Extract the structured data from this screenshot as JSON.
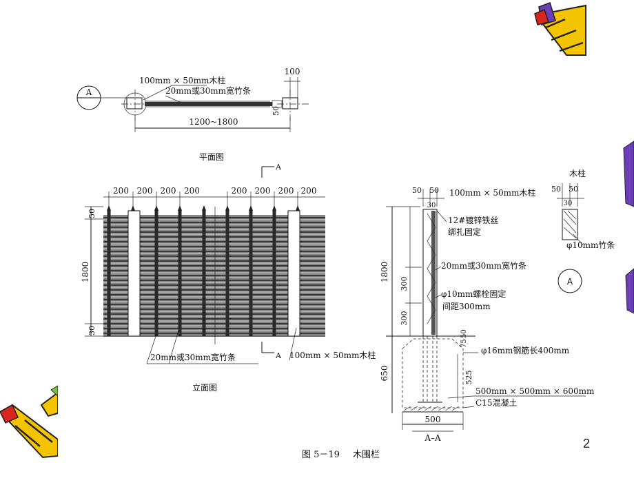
{
  "slide": {
    "number": "2"
  },
  "plan": {
    "label": "平面图",
    "section_marker": "A",
    "post_callout": "100mm × 50mm木柱",
    "strip_callout": "20mm或30mm宽竹条",
    "span_dim": "1200~1800",
    "top_dim": "100",
    "side_dim": "50"
  },
  "elevation": {
    "label": "立面图",
    "spacing_dims": [
      "200",
      "200",
      "200",
      "200",
      "200",
      "200",
      "200",
      "200"
    ],
    "height_dim": "1800",
    "top_dim": "50",
    "bottom_dim": "30",
    "section_mark_top": "A",
    "section_mark_bottom": "A",
    "strip_callout": "20mm或30mm宽竹条",
    "post_callout": "100mm × 50mm木柱"
  },
  "section": {
    "label": "A–A",
    "top_dim_left": "50",
    "top_dim_right": "50",
    "top_inner_dim": "30",
    "post_callout": "100mm × 50mm木柱",
    "wire_callout_1": "12#镀锌铁丝",
    "wire_callout_2": "绑扎固定",
    "strip_callout": "20mm或30mm宽竹条",
    "bolt_callout_1": "φ10mm螺栓固定",
    "bolt_callout_2": "间距300mm",
    "height_dim": "1800",
    "spacing_dim_1": "300",
    "spacing_dim_2": "300",
    "footing_depth_dim": "650",
    "rebar_dim_1": "75",
    "rebar_dim_2": "50",
    "embed_dim": "525",
    "rebar_callout": "φ16mm钢筋长400mm",
    "footing_callout_1": "500mm × 500mm × 600mm",
    "footing_callout_2": "C15混凝土",
    "footing_width_dim": "500"
  },
  "detail": {
    "title": "木柱",
    "dim_left": "50",
    "dim_right": "50",
    "inner_dim": "30",
    "bamboo_callout": "φ10mm竹条",
    "marker": "A"
  },
  "figure": {
    "caption_number": "图 5－19",
    "caption_title": "木围栏"
  },
  "colors": {
    "pencil_yellow": "#f5c400",
    "pencil_red": "#d8261c",
    "pencil_purple": "#6c3fb8",
    "ink": "#111111"
  }
}
